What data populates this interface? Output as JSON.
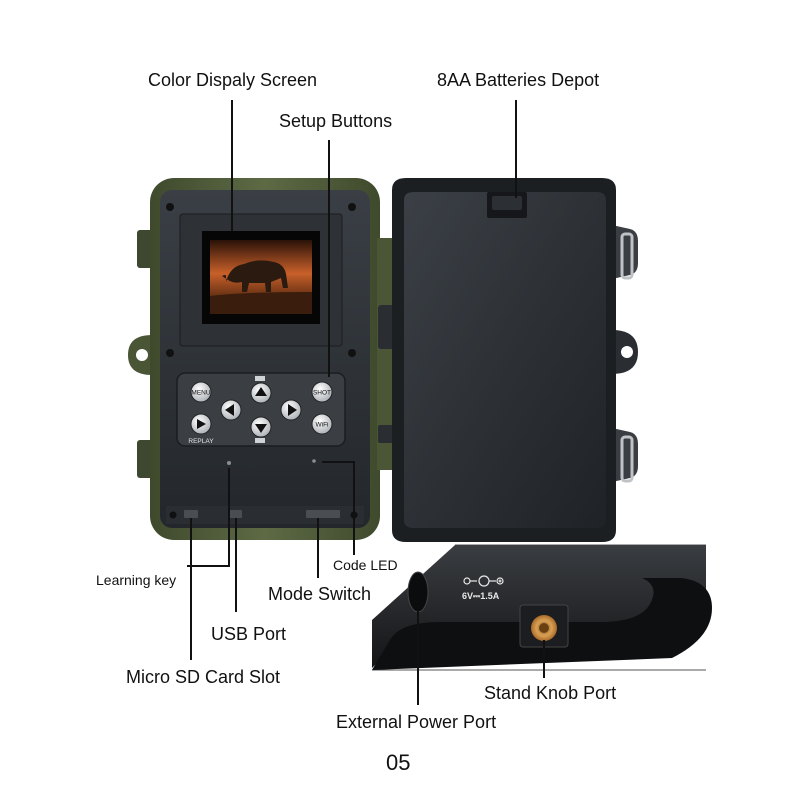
{
  "labels": {
    "color_display_screen": "Color Dispaly Screen",
    "setup_buttons": "Setup Buttons",
    "batteries_depot": "8AA Batteries Depot",
    "learning_key": "Learning key",
    "code_led": "Code LED",
    "mode_switch": "Mode Switch",
    "usb_port": "USB Port",
    "micro_sd_card_slot": "Micro SD Card Slot",
    "stand_knob_port": "Stand Knob Port",
    "external_power_port": "External Power Port"
  },
  "buttons": {
    "menu": "MENU",
    "shot": "SHOT",
    "replay": "REPLAY",
    "wifi": "WiFi"
  },
  "power_rating": "6V⎓1.5A",
  "page_number": "05",
  "colors": {
    "housing_green": "#4f5a3a",
    "panel_dark": "#2b2f34",
    "door_dark": "#2e3237",
    "screen_warm": "#c8602a",
    "brass": "#c98a3a"
  }
}
